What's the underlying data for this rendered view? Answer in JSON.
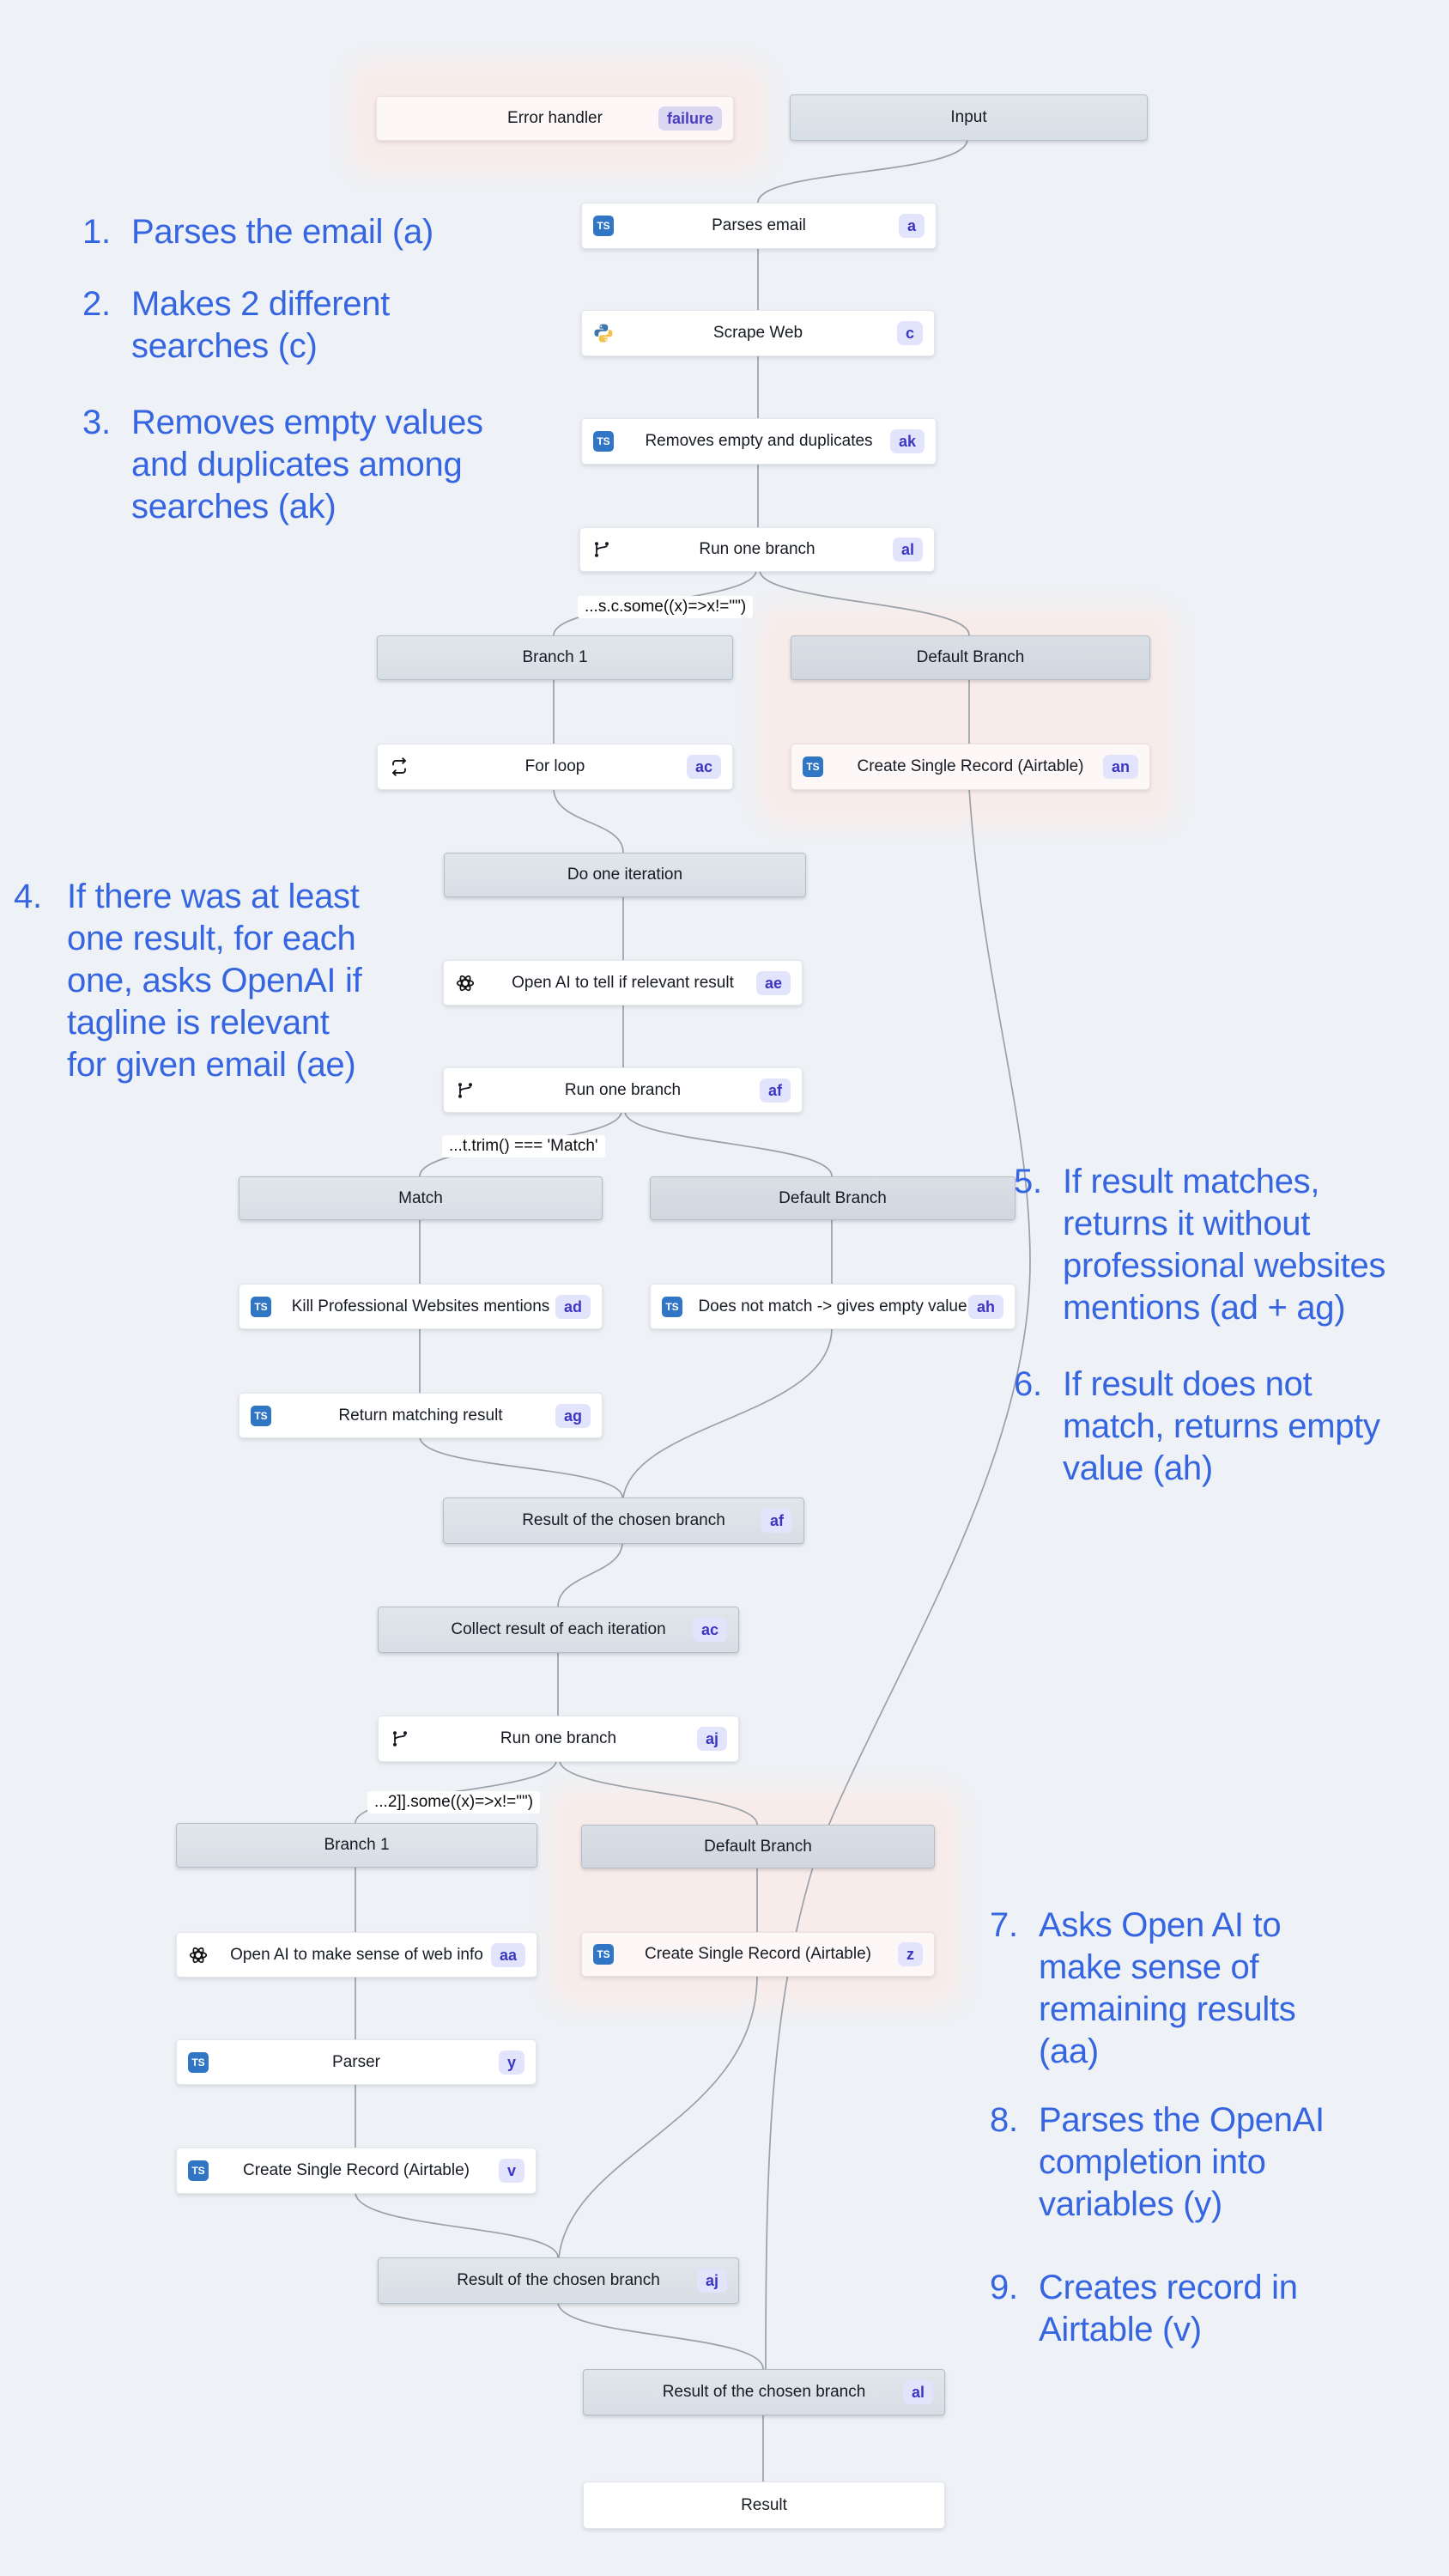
{
  "colors": {
    "canvas_bg": "#eef1f5",
    "accent_blue": "#3565e1",
    "badge_bg": "#e2e4fb",
    "badge_text": "#3c36c4",
    "failure_badge_bg": "#dbd7f3",
    "failure_badge_text": "#4a3fc0",
    "pink_zone": "#f8ecea",
    "header_bg": "#dde3e9",
    "edge": "#9aa0a8",
    "typescript_blue": "#3176c5"
  },
  "icons": {
    "typescript": "TS"
  },
  "nodes": {
    "error_handler": {
      "label": "Error handler",
      "badge": "failure"
    },
    "input": {
      "label": "Input"
    },
    "parses_email": {
      "label": "Parses email",
      "badge": "a",
      "icon": "typescript"
    },
    "scrape_web": {
      "label": "Scrape Web",
      "badge": "c",
      "icon": "python"
    },
    "removes_empty": {
      "label": "Removes empty and duplicates",
      "badge": "ak",
      "icon": "typescript"
    },
    "run_branch_al": {
      "label": "Run one branch",
      "badge": "al",
      "icon": "branch"
    },
    "branch1_top": {
      "label": "Branch 1"
    },
    "default_branch_top": {
      "label": "Default Branch"
    },
    "for_loop": {
      "label": "For loop",
      "badge": "ac",
      "icon": "loop"
    },
    "create_record_an": {
      "label": "Create Single Record (Airtable)",
      "badge": "an",
      "icon": "typescript"
    },
    "do_one_iteration": {
      "label": "Do one iteration"
    },
    "openai_relevance": {
      "label": "Open AI to tell if relevant result",
      "badge": "ae",
      "icon": "openai"
    },
    "run_branch_af": {
      "label": "Run one branch",
      "badge": "af",
      "icon": "branch"
    },
    "match_branch": {
      "label": "Match"
    },
    "default_branch_mid": {
      "label": "Default Branch"
    },
    "kill_mentions": {
      "label": "Kill Professional Websites mentions",
      "badge": "ad",
      "icon": "typescript"
    },
    "does_not_match": {
      "label": "Does not match -> gives empty value",
      "badge": "ah",
      "icon": "typescript"
    },
    "return_matching": {
      "label": "Return matching result",
      "badge": "ag",
      "icon": "typescript"
    },
    "result_branch_af": {
      "label": "Result of the chosen branch",
      "badge": "af"
    },
    "collect_results": {
      "label": "Collect result of each iteration",
      "badge": "ac"
    },
    "run_branch_aj": {
      "label": "Run one branch",
      "badge": "aj",
      "icon": "branch"
    },
    "branch1_bottom": {
      "label": "Branch 1"
    },
    "default_branch_bottom": {
      "label": "Default Branch"
    },
    "openai_websense": {
      "label": "Open AI to make sense of web info",
      "badge": "aa",
      "icon": "openai"
    },
    "create_record_z": {
      "label": "Create Single Record (Airtable)",
      "badge": "z",
      "icon": "typescript"
    },
    "parser": {
      "label": "Parser",
      "badge": "y",
      "icon": "typescript"
    },
    "create_record_v": {
      "label": "Create Single Record (Airtable)",
      "badge": "v",
      "icon": "typescript"
    },
    "result_branch_aj": {
      "label": "Result of the chosen branch",
      "badge": "aj"
    },
    "result_branch_al": {
      "label": "Result of the chosen branch",
      "badge": "al"
    },
    "result_final": {
      "label": "Result"
    }
  },
  "conditions": {
    "c1": "...s.c.some((x)=>x!=\"\")",
    "c2": "...t.trim() === 'Match'",
    "c3": "...2]].some((x)=>x!=\"\")"
  },
  "annotations": [
    {
      "num": "1.",
      "lines": [
        "Parses the email (a)"
      ]
    },
    {
      "num": "2.",
      "lines": [
        "Makes 2 different",
        "searches (c)"
      ]
    },
    {
      "num": "3.",
      "lines": [
        "Removes empty values",
        "and duplicates among",
        "searches (ak)"
      ]
    },
    {
      "num": "4.",
      "lines": [
        "If there was at least",
        "one result, for each",
        "one, asks OpenAI if",
        "tagline is relevant",
        "for given email (ae)"
      ]
    },
    {
      "num": "5.",
      "lines": [
        "If result matches,",
        "returns it without",
        "professional websites",
        "mentions (ad + ag)"
      ]
    },
    {
      "num": "6.",
      "lines": [
        "If result does not",
        "match, returns empty",
        "value (ah)"
      ]
    },
    {
      "num": "7.",
      "lines": [
        "Asks Open AI to",
        "make sense of",
        "remaining results",
        "(aa)"
      ]
    },
    {
      "num": "8.",
      "lines": [
        "Parses the OpenAI",
        "completion into",
        "variables (y)"
      ]
    },
    {
      "num": "9.",
      "lines": [
        "Creates record in",
        "Airtable (v)"
      ]
    }
  ]
}
